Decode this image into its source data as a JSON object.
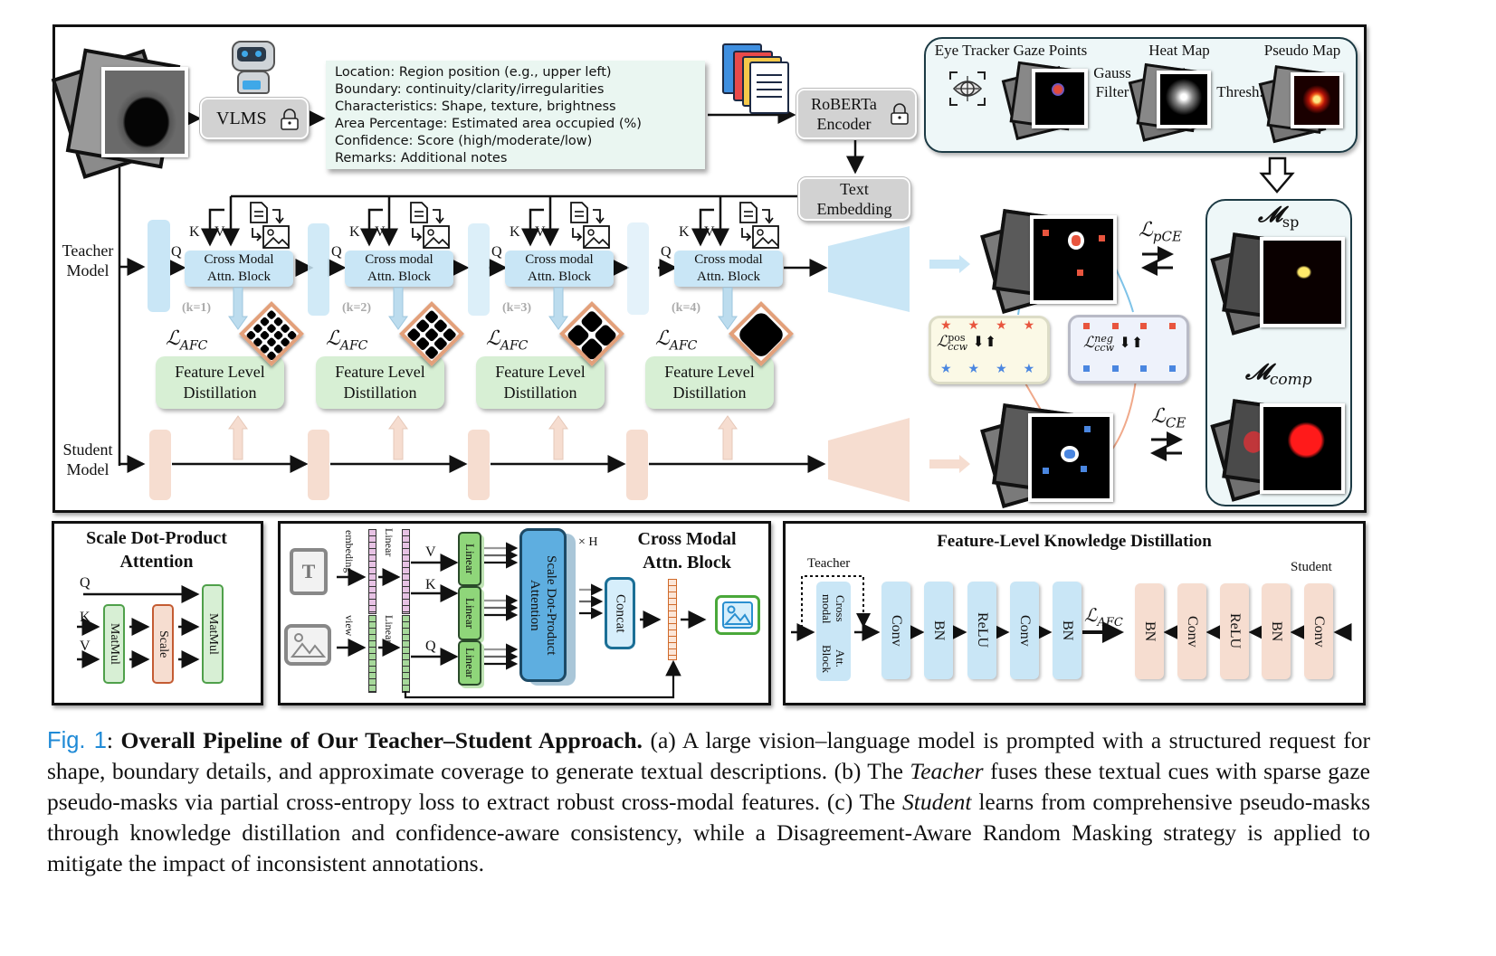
{
  "figure": {
    "vlm": {
      "label": "VLMS",
      "icons": [
        "robot-icon",
        "lock-icon"
      ]
    },
    "prompt_lines": [
      "Location: Region position (e.g., upper left)",
      "Boundary: continuity/clarity/irregularities",
      "Characteristics: Shape, texture, brightness",
      "Area Percentage: Estimated area occupied (%)",
      "Confidence: Score (high/moderate/low)",
      "Remarks: Additional notes"
    ],
    "encoder": {
      "line1": "RoBERTa",
      "line2": "Encoder"
    },
    "text_embedding": {
      "line1": "Text",
      "line2": "Embedding"
    },
    "gaze_panel": {
      "eye_tracker_label": "Eye Tracker Gaze Points",
      "gauss_line1": "Gauss",
      "gauss_line2": "Filter",
      "heat_map_label": "Heat Map",
      "thresh_label": "Thresh.",
      "pseudo_map_label": "Pseudo Map"
    },
    "teacher_label": {
      "line1": "Teacher",
      "line2": "Model"
    },
    "student_label": {
      "line1": "Student",
      "line2": "Model"
    },
    "stages": [
      {
        "q": "Q",
        "k": "K",
        "v": "V",
        "block_line1": "Cross Modal",
        "block_line2": "Attn. Block",
        "k_index": "(k=1)",
        "loss": "ℒ",
        "loss_sub": "AFC",
        "fld_line1": "Feature Level",
        "fld_line2": "Distillation",
        "grid": 4
      },
      {
        "q": "Q",
        "k": "K",
        "v": "V",
        "block_line1": "Cross modal",
        "block_line2": "Attn. Block",
        "k_index": "(k=2)",
        "loss": "ℒ",
        "loss_sub": "AFC",
        "fld_line1": "Feature Level",
        "fld_line2": "Distillation",
        "grid": 3
      },
      {
        "q": "Q",
        "k": "K",
        "v": "V",
        "block_line1": "Cross modal",
        "block_line2": "Attn. Block",
        "k_index": "(k=3)",
        "loss": "ℒ",
        "loss_sub": "AFC",
        "fld_line1": "Feature Level",
        "fld_line2": "Distillation",
        "grid": 2
      },
      {
        "q": "Q",
        "k": "K",
        "v": "V",
        "block_line1": "Cross modal",
        "block_line2": "Attn. Block",
        "k_index": "(k=4)",
        "loss": "ℒ",
        "loss_sub": "AFC",
        "fld_line1": "Feature Level",
        "fld_line2": "Distillation",
        "grid": 1
      }
    ],
    "losses": {
      "pce": {
        "sym": "ℒ",
        "sub": "pCE"
      },
      "ce": {
        "sym": "ℒ",
        "sub": "CE"
      },
      "ccw_pos": {
        "sym": "ℒ",
        "sup": "pos",
        "sub": "ccw"
      },
      "ccw_neg": {
        "sym": "ℒ",
        "sup": "neg",
        "sub": "ccw"
      }
    },
    "masks_panel": {
      "sp": {
        "sym": "𝓜",
        "sub": "sp"
      },
      "comp": {
        "sym": "𝓜",
        "sub": "comp"
      }
    },
    "colors": {
      "teacher": "#c9e6f6",
      "student": "#f6ddd0",
      "distill": "#d7efd4",
      "prompt_bg": "#eaf6f1",
      "panel_bg": "#eef7f8",
      "pos_marker": "#e8553e",
      "neg_marker": "#4a86e0",
      "caption_fig": "#1f8ad6"
    }
  },
  "sdpa": {
    "title_line1": "Scale Dot-Product",
    "title_line2": "Attention",
    "q": "Q",
    "k": "K",
    "v": "V",
    "matmul1": "MatMul",
    "scale": "Scale",
    "matmul2": "MatMul"
  },
  "cmab": {
    "title_line1": "Cross Modal",
    "title_line2": "Attn. Block",
    "embeding": "embeding",
    "view": "view",
    "linear": "Linear",
    "v": "V",
    "k": "K",
    "q": "Q",
    "sdpa_line1": "Scale Dot-Product",
    "sdpa_line2": "Attention",
    "heads": "× H",
    "concat": "Concat"
  },
  "flkd": {
    "title": "Feature-Level Knowledge Distillation",
    "teacher": "Teacher",
    "student": "Student",
    "cross_block_line1": "Cross modal",
    "cross_block_line2": "Att. Block",
    "teacher_layers": [
      "Conv",
      "BN",
      "ReLU",
      "Conv",
      "BN"
    ],
    "loss": "ℒ",
    "loss_sub": "AFC",
    "student_layers": [
      "BN",
      "Conv",
      "ReLU",
      "BN",
      "Conv"
    ]
  },
  "caption": {
    "fig_label": "Fig. 1",
    "colon": ":",
    "bold_title": "Overall Pipeline of Our Teacher–Student Approach.",
    "part_a": "(a) A large vision–language model is prompted with a structured request for shape, boundary details, and approximate coverage to generate textual descriptions. (b) The",
    "teacher_italic": "Teacher",
    "part_b": "fuses these textual cues with sparse gaze pseudo-masks via partial cross-entropy loss to extract robust cross-modal features. (c) The",
    "student_italic": "Student",
    "part_c": "learns from comprehensive pseudo-masks through knowledge distillation and confidence-aware consistency, while a Disagreement-Aware Random Masking strategy is applied to mitigate the impact of inconsistent annotations."
  }
}
